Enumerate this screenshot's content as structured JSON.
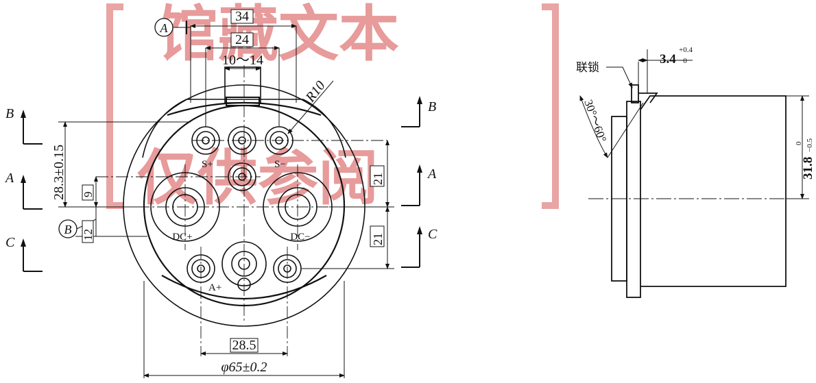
{
  "watermark": {
    "line1": "馆藏文本",
    "line2": "仅供参阅"
  },
  "front_view": {
    "dims": {
      "width_34": "34",
      "width_24": "24",
      "range_10_14": "10～14",
      "radius": "R10",
      "height_28_3": "28.3±0.15",
      "offset_9": "9",
      "offset_12": "12",
      "spacing_21_top": "21",
      "spacing_21_bottom": "21",
      "spacing_28_5": "28.5",
      "diameter": "φ65±0.2"
    },
    "datums": {
      "a": "A",
      "b": "B"
    },
    "section_marks": {
      "b_left": "B",
      "a_left": "A",
      "c_left": "C",
      "b_right": "B",
      "a_right": "A",
      "c_right": "C"
    },
    "pin_labels": {
      "s_left": "S+",
      "s_right": "S−",
      "dc_plus": "DC+",
      "dc_minus": "DC−",
      "a_plus": "A+"
    }
  },
  "side_view": {
    "interlock_label": "联锁",
    "dim_3_4": "3.4",
    "dim_3_4_tol_upper": "+0.4",
    "dim_3_4_tol_lower": "−0",
    "dim_31_8": "31.8",
    "dim_31_8_tol_upper": "0",
    "dim_31_8_tol_lower": "−0.5",
    "angle": "30°～60°"
  },
  "colors": {
    "line": "#111111",
    "watermark": "#d44a4a"
  }
}
